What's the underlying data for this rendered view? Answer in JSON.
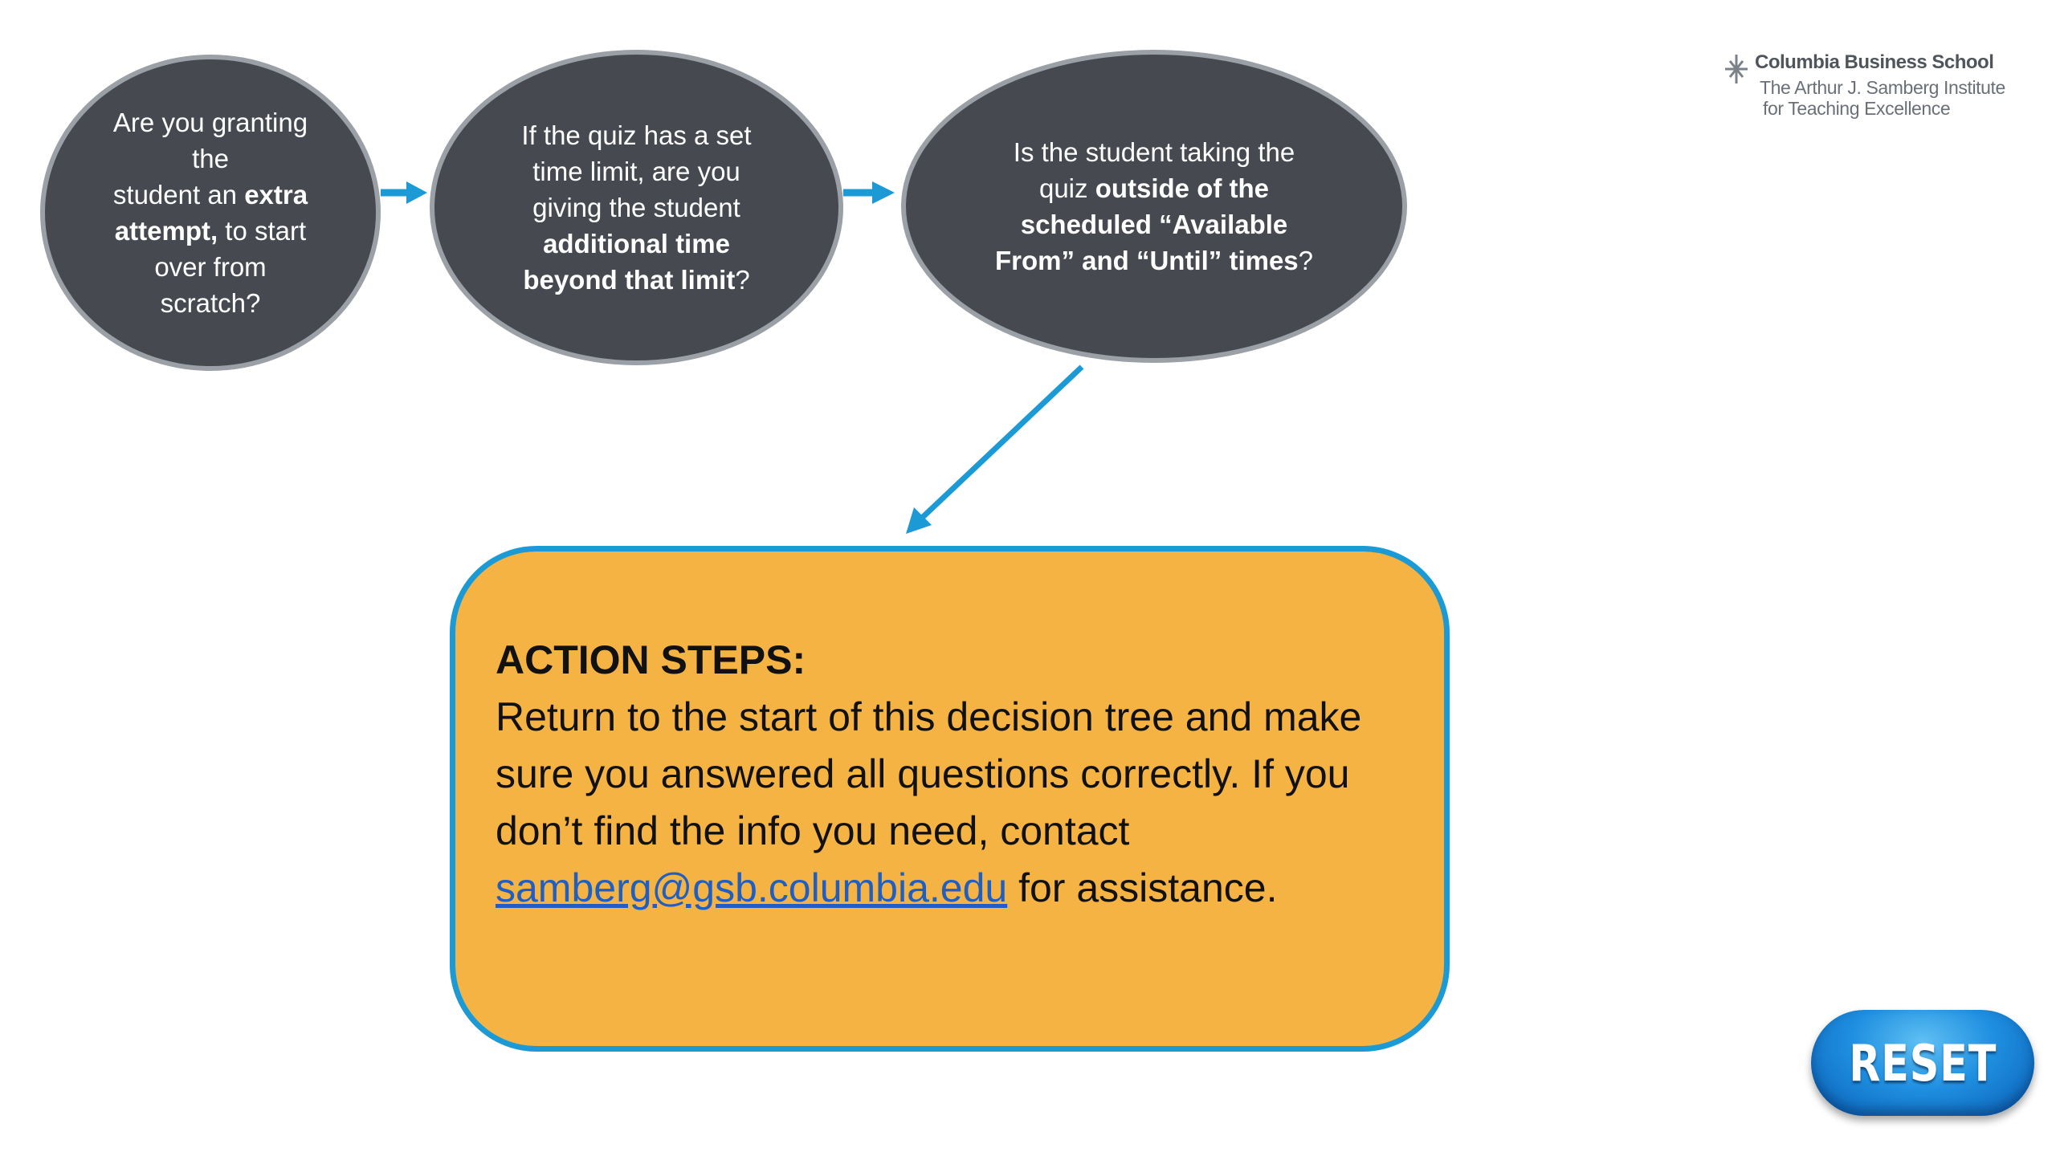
{
  "logo": {
    "title": "Columbia Business School",
    "subtitle_line1": "The Arthur J. Samberg Institute",
    "subtitle_line2": "for Teaching Excellence",
    "icon": "columbia-crown-icon"
  },
  "questions": [
    {
      "lines": [
        {
          "parts": [
            {
              "t": "Are you granting"
            }
          ]
        },
        {
          "parts": [
            {
              "t": "the"
            }
          ]
        },
        {
          "parts": [
            {
              "t": "student an "
            },
            {
              "t": "extra",
              "b": true
            }
          ]
        },
        {
          "parts": [
            {
              "t": "attempt,",
              "b": true
            },
            {
              "t": " to start"
            }
          ]
        },
        {
          "parts": [
            {
              "t": "over from"
            }
          ]
        },
        {
          "parts": [
            {
              "t": "scratch?"
            }
          ]
        }
      ]
    },
    {
      "lines": [
        {
          "parts": [
            {
              "t": "If the quiz has a set"
            }
          ]
        },
        {
          "parts": [
            {
              "t": "time limit, are you"
            }
          ]
        },
        {
          "parts": [
            {
              "t": "giving the student"
            }
          ]
        },
        {
          "parts": [
            {
              "t": "additional time",
              "b": true
            }
          ]
        },
        {
          "parts": [
            {
              "t": "beyond that limit",
              "b": true
            },
            {
              "t": "?"
            }
          ]
        }
      ]
    },
    {
      "lines": [
        {
          "parts": [
            {
              "t": "Is the student taking the"
            }
          ]
        },
        {
          "parts": [
            {
              "t": "quiz "
            },
            {
              "t": "outside of the",
              "b": true
            }
          ]
        },
        {
          "parts": [
            {
              "t": "scheduled “Available",
              "b": true
            }
          ]
        },
        {
          "parts": [
            {
              "t": "From” and “Until” times",
              "b": true
            },
            {
              "t": "?"
            }
          ]
        }
      ]
    }
  ],
  "action": {
    "title": "ACTION STEPS:",
    "text_before": "Return to the start of this decision tree and make sure you answered all questions correctly. If you don’t find the info you need, contact ",
    "email": "samberg@gsb.columbia.edu",
    "text_after": " for assistance."
  },
  "reset": {
    "label": "RESET"
  },
  "colors": {
    "node_fill": "#464a50",
    "node_border": "#9aa0a6",
    "arrow": "#1c9ad6",
    "action_fill": "#f4b342",
    "action_border": "#1c9ad6",
    "link": "#1f5fc4",
    "reset_button": "#1f8fe0"
  }
}
